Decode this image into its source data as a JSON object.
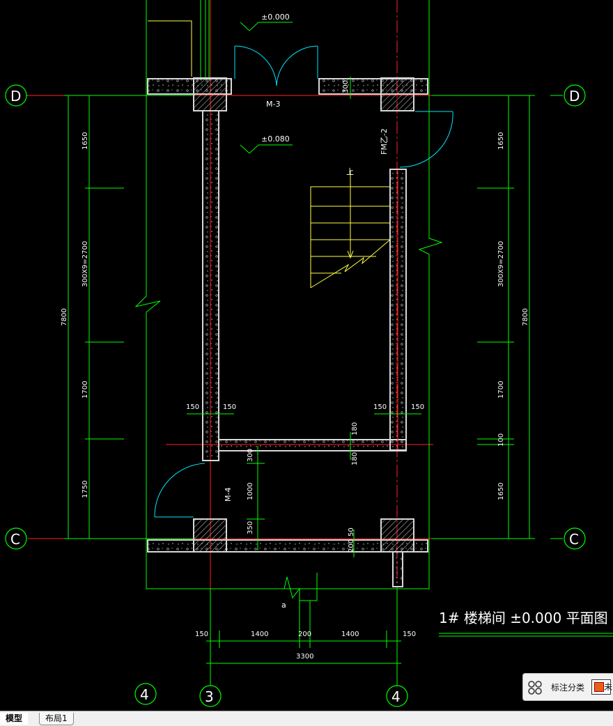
{
  "drawing": {
    "axes": {
      "D": "D",
      "C": "C",
      "g3": "3",
      "g4": "4"
    },
    "elevation_top": "±0.000",
    "elevation_mid": "±0.080",
    "door_m3": "M-3",
    "door_fm": "FM乙-2",
    "door_m4": "M-4",
    "stair_up": "上",
    "title": "1# 楼梯间 ±0.000 平面图",
    "label_a": "a",
    "dims_left": {
      "d1650": "1650",
      "d2700": "300X9=2700",
      "d1700": "1700",
      "d1750": "1750",
      "d7800": "7800"
    },
    "dims_right": {
      "d1650a": "1650",
      "d2700": "300X9=2700",
      "d1700": "1700",
      "d100": "100",
      "d1650b": "1650",
      "d7800": "7800"
    },
    "dims_inner": {
      "w150a": "150",
      "w150b": "150",
      "w150c": "150",
      "w150d": "150",
      "d180a": "180",
      "d180b": "180",
      "d300a": "300",
      "d300b": "300",
      "d1000": "1000",
      "d350": "350",
      "d50": "50",
      "d200": "200"
    },
    "dims_bottom": {
      "b150a": "150",
      "b1400a": "1400",
      "b200": "200",
      "b1400b": "1400",
      "b150b": "150",
      "b3300": "3300"
    }
  },
  "statusbar": {
    "tab_model": "模型",
    "tab_layout": "布局1"
  },
  "annotation_panel": {
    "label": "标注分类",
    "swatch_text": "未",
    "swatch_color": "#e8601c"
  }
}
